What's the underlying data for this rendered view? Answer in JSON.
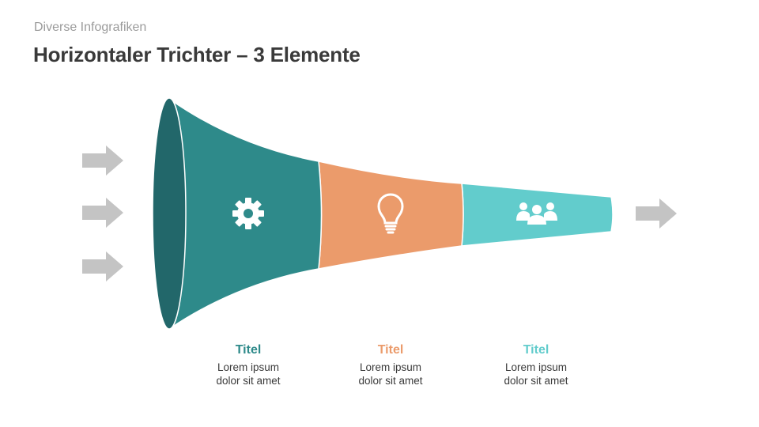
{
  "header": {
    "subtitle": "Diverse Infografiken",
    "title": "Horizontaler Trichter – 3 Elemente"
  },
  "colors": {
    "segment_1": "#2e8a8a",
    "segment_1_dark": "#22676a",
    "segment_2": "#eb9b6b",
    "segment_3": "#62cccc",
    "arrow": "#c4c4c4"
  },
  "icons": {
    "segment_1": "gear-icon",
    "segment_2": "lightbulb-icon",
    "segment_3": "people-group-icon"
  },
  "captions": [
    {
      "title": "Titel",
      "line1": "Lorem ipsum",
      "line2": "dolor sit amet"
    },
    {
      "title": "Titel",
      "line1": "Lorem ipsum",
      "line2": "dolor sit amet"
    },
    {
      "title": "Titel",
      "line1": "Lorem ipsum",
      "line2": "dolor sit amet"
    }
  ]
}
